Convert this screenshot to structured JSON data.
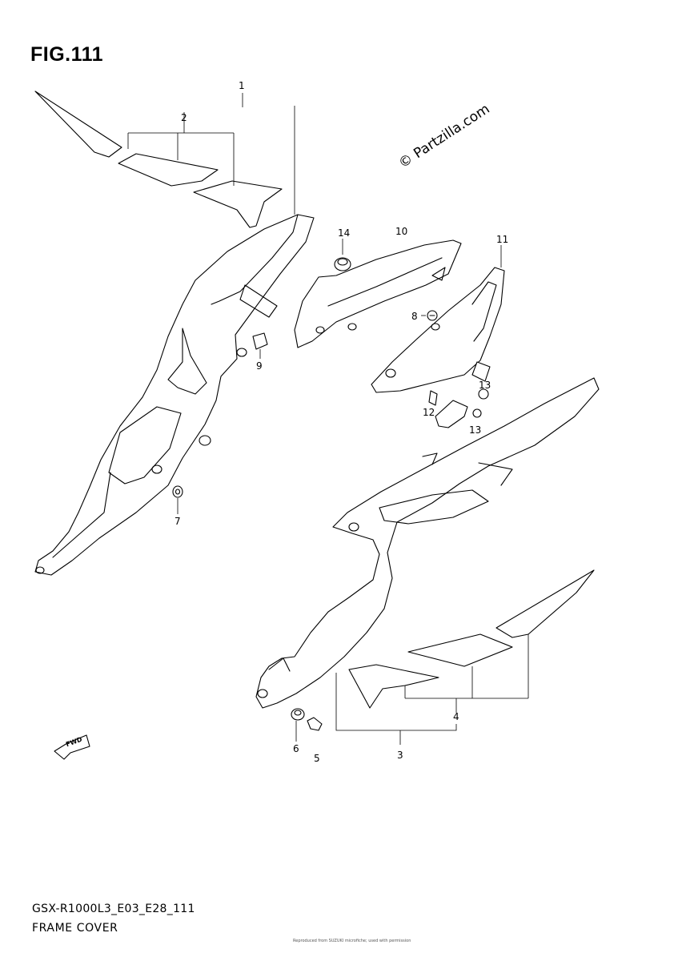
{
  "figure": {
    "title": "FIG.111",
    "watermark": "© Partzilla.com",
    "footer_code": "GSX-R1000L3_E03_E28_111",
    "footer_name": "FRAME COVER",
    "credit": "Reproduced from SUZUKI microfiche; used with permission"
  },
  "callouts": [
    {
      "id": "c1",
      "label": "1"
    },
    {
      "id": "c2",
      "label": "2"
    },
    {
      "id": "c3",
      "label": "3"
    },
    {
      "id": "c4",
      "label": "4"
    },
    {
      "id": "c5",
      "label": "5"
    },
    {
      "id": "c6",
      "label": "6"
    },
    {
      "id": "c7",
      "label": "7"
    },
    {
      "id": "c8",
      "label": "8"
    },
    {
      "id": "c9",
      "label": "9"
    },
    {
      "id": "c10",
      "label": "10"
    },
    {
      "id": "c11",
      "label": "11"
    },
    {
      "id": "c12",
      "label": "12"
    },
    {
      "id": "c13a",
      "label": "13"
    },
    {
      "id": "c13b",
      "label": "13"
    },
    {
      "id": "c14",
      "label": "14"
    }
  ],
  "icons": {
    "forward_arrow": "fwd-arrow-icon",
    "forward_text": "FWD"
  }
}
